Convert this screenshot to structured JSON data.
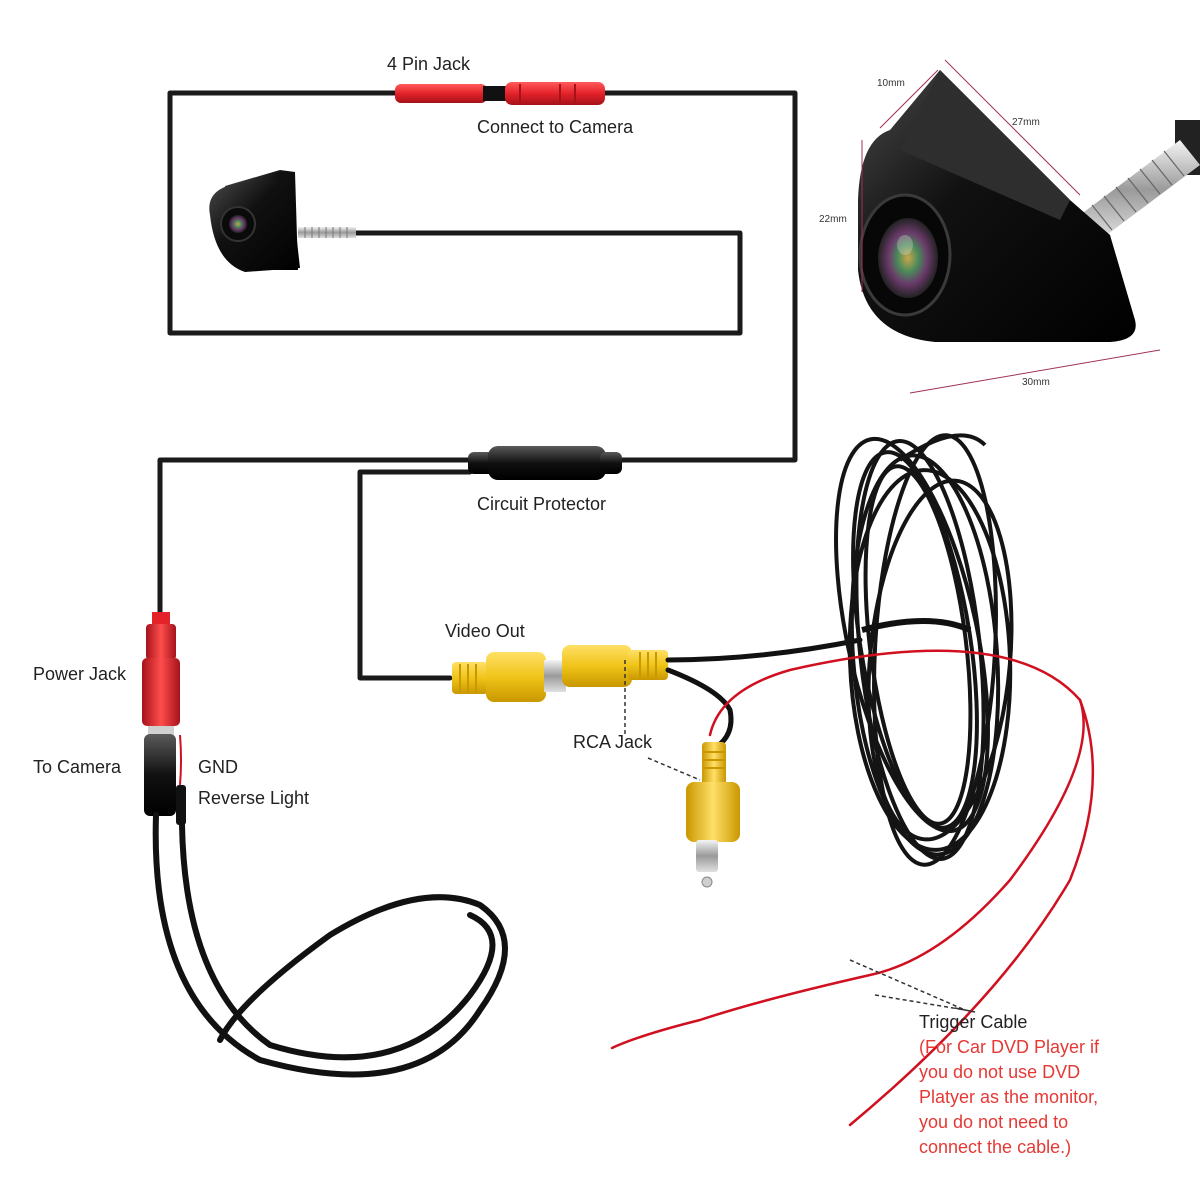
{
  "labels": {
    "four_pin_jack": "4 Pin Jack",
    "connect_to_camera": "Connect to Camera",
    "circuit_protector": "Circuit Protector",
    "video_out": "Video Out",
    "power_jack": "Power Jack",
    "rca_jack": "RCA Jack",
    "to_camera": "To Camera",
    "gnd": "GND",
    "reverse_light": "Reverse Light",
    "trigger_cable": "Trigger Cable"
  },
  "trigger_note": [
    "(For Car DVD Player if",
    "you do not use DVD",
    "Platyer as the monitor,",
    "you do not need to",
    "connect the cable.)"
  ],
  "dimensions": {
    "top_depth": "10mm",
    "top_length": "27mm",
    "height": "22mm",
    "base_width": "30mm"
  },
  "colors": {
    "cable": "#1a1a1a",
    "red_connector": "#e3222a",
    "yellow_connector": "#f0c419",
    "trigger_wire": "#d01020",
    "note_text": "#e53935",
    "label_text": "#222222"
  }
}
